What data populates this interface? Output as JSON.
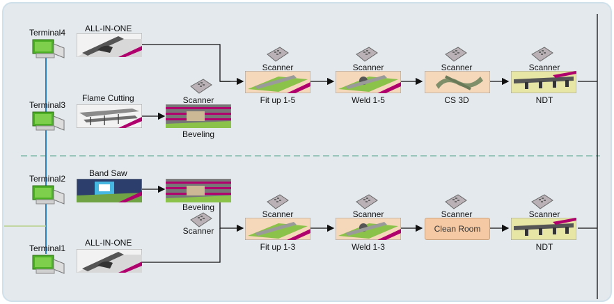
{
  "terminals": {
    "t4": "Terminal4",
    "t3": "Terminal3",
    "t2": "Terminal2",
    "t1": "Terminal1"
  },
  "sources": {
    "all_in_one_top": "ALL-IN-ONE",
    "flame_cutting": "Flame Cutting",
    "band_saw": "Band Saw",
    "all_in_one_bottom": "ALL-IN-ONE"
  },
  "upper_line": {
    "scanner_label": "Scanner",
    "beveling": "Beveling",
    "stations": [
      "Fit up 1-5",
      "Weld 1-5",
      "CS 3D",
      "NDT"
    ]
  },
  "lower_line": {
    "scanner_label": "Scanner",
    "beveling": "Beveling",
    "stations": [
      "Fit up 1-3",
      "Weld 1-3",
      "Clean Room",
      "NDT"
    ]
  },
  "colors": {
    "accent_magenta": "#b0006e",
    "terminal_green": "#4caf25",
    "network_blue": "#2a7fc1",
    "divider_teal": "#7fb8a8",
    "clean_room_box": "#f4c9a4"
  },
  "icons": {
    "scanner": "handheld-scanner-icon",
    "terminal": "computer-terminal-icon"
  }
}
